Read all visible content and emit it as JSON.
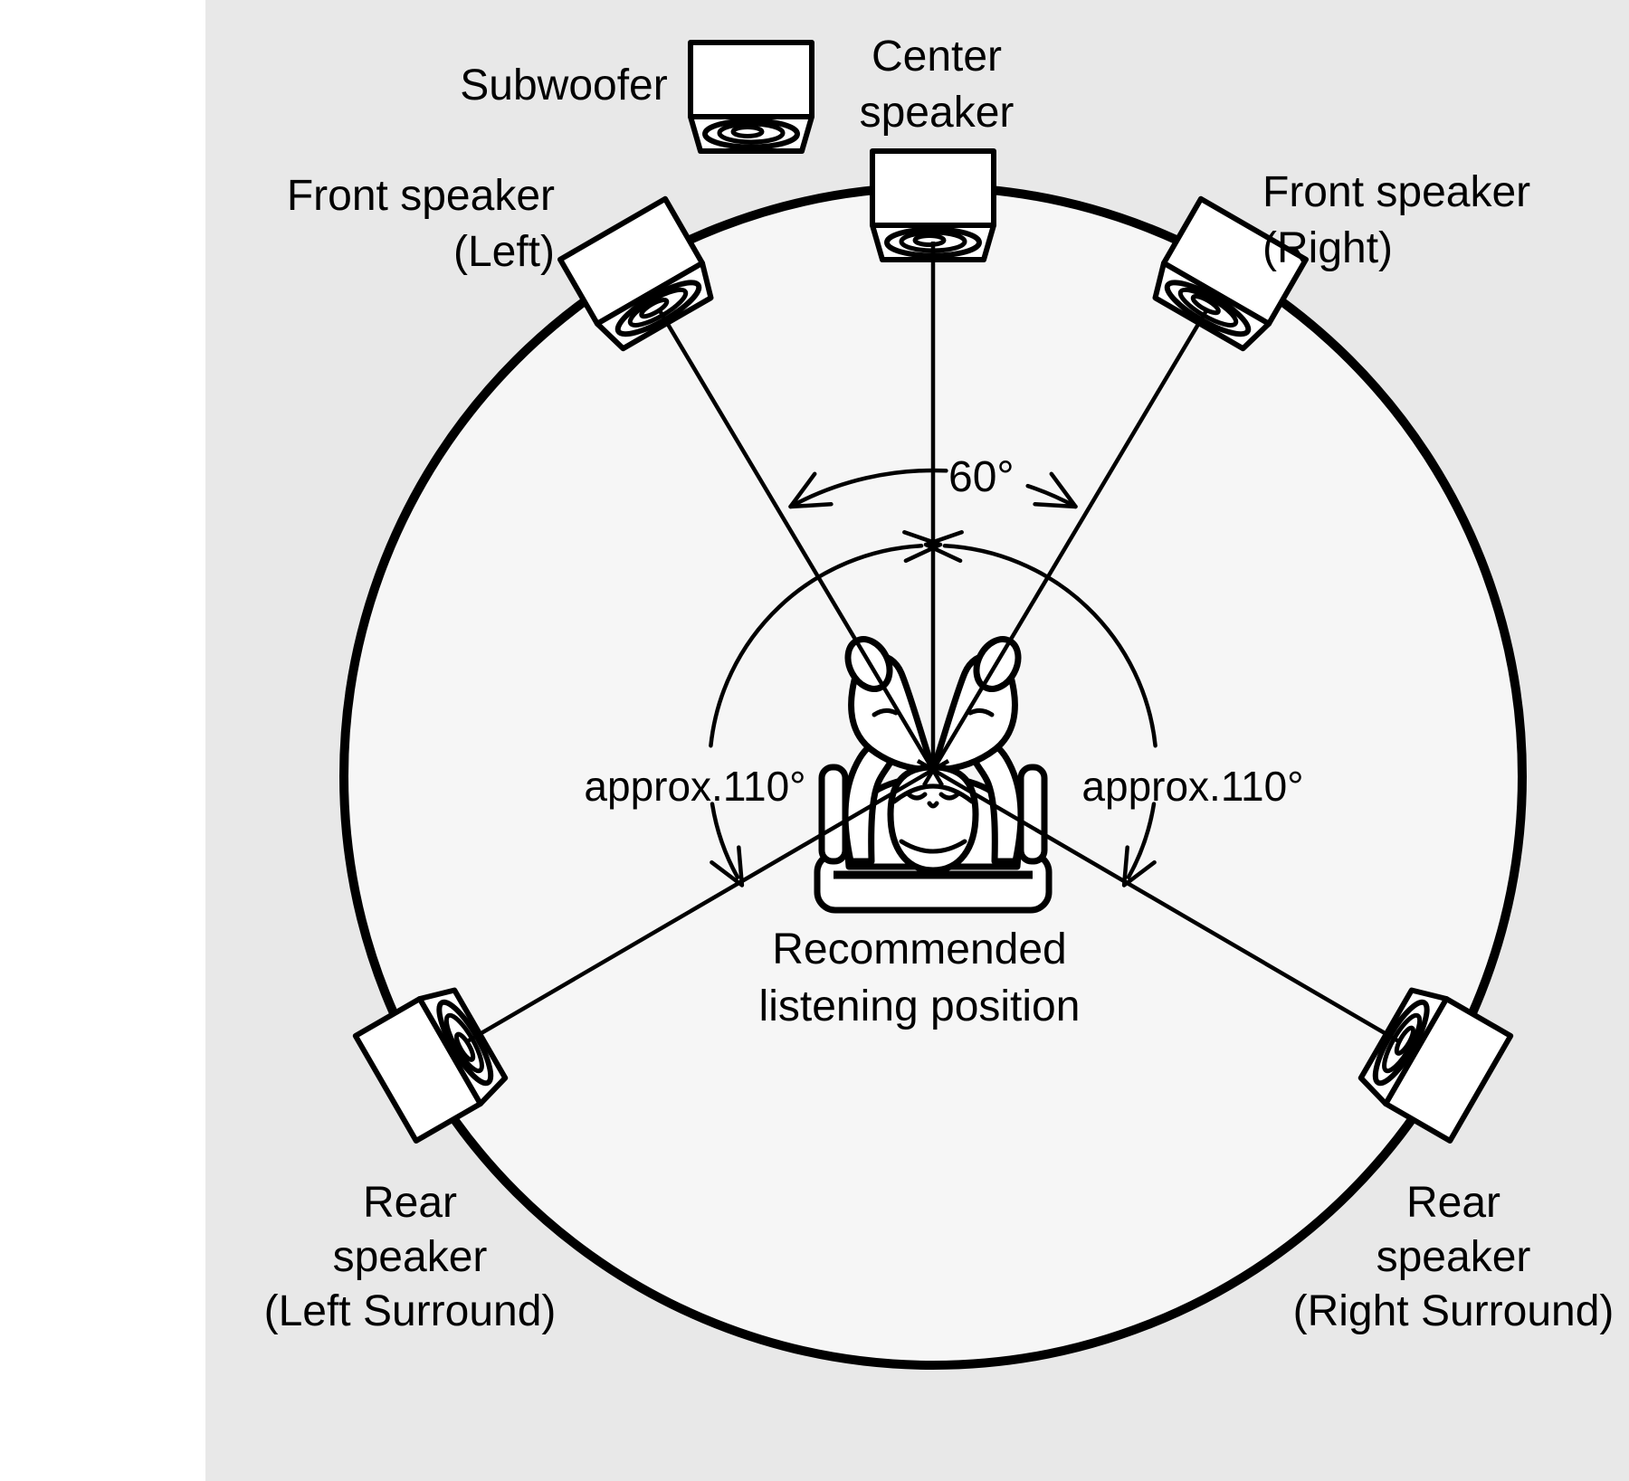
{
  "diagram": {
    "title_semantic": "5.1 surround speaker placement diagram",
    "angles": {
      "front_pair": "60°",
      "surround_left": "approx.110°",
      "surround_right": "approx.110°"
    },
    "labels": {
      "subwoofer": "Subwoofer",
      "center": [
        "Center",
        "speaker"
      ],
      "front_left": [
        "Front speaker",
        "(Left)"
      ],
      "front_right": [
        "Front speaker",
        "(Right)"
      ],
      "rear_left": [
        "Rear",
        "speaker",
        "(Left Surround)"
      ],
      "rear_right": [
        "Rear",
        "speaker",
        "(Right Surround)"
      ],
      "listening_position": [
        "Recommended",
        "listening position"
      ]
    },
    "colors": {
      "page": "#ffffff",
      "panel": "#e8e8e8",
      "circle_fill": "#f6f6f6",
      "line": "#000000"
    }
  }
}
